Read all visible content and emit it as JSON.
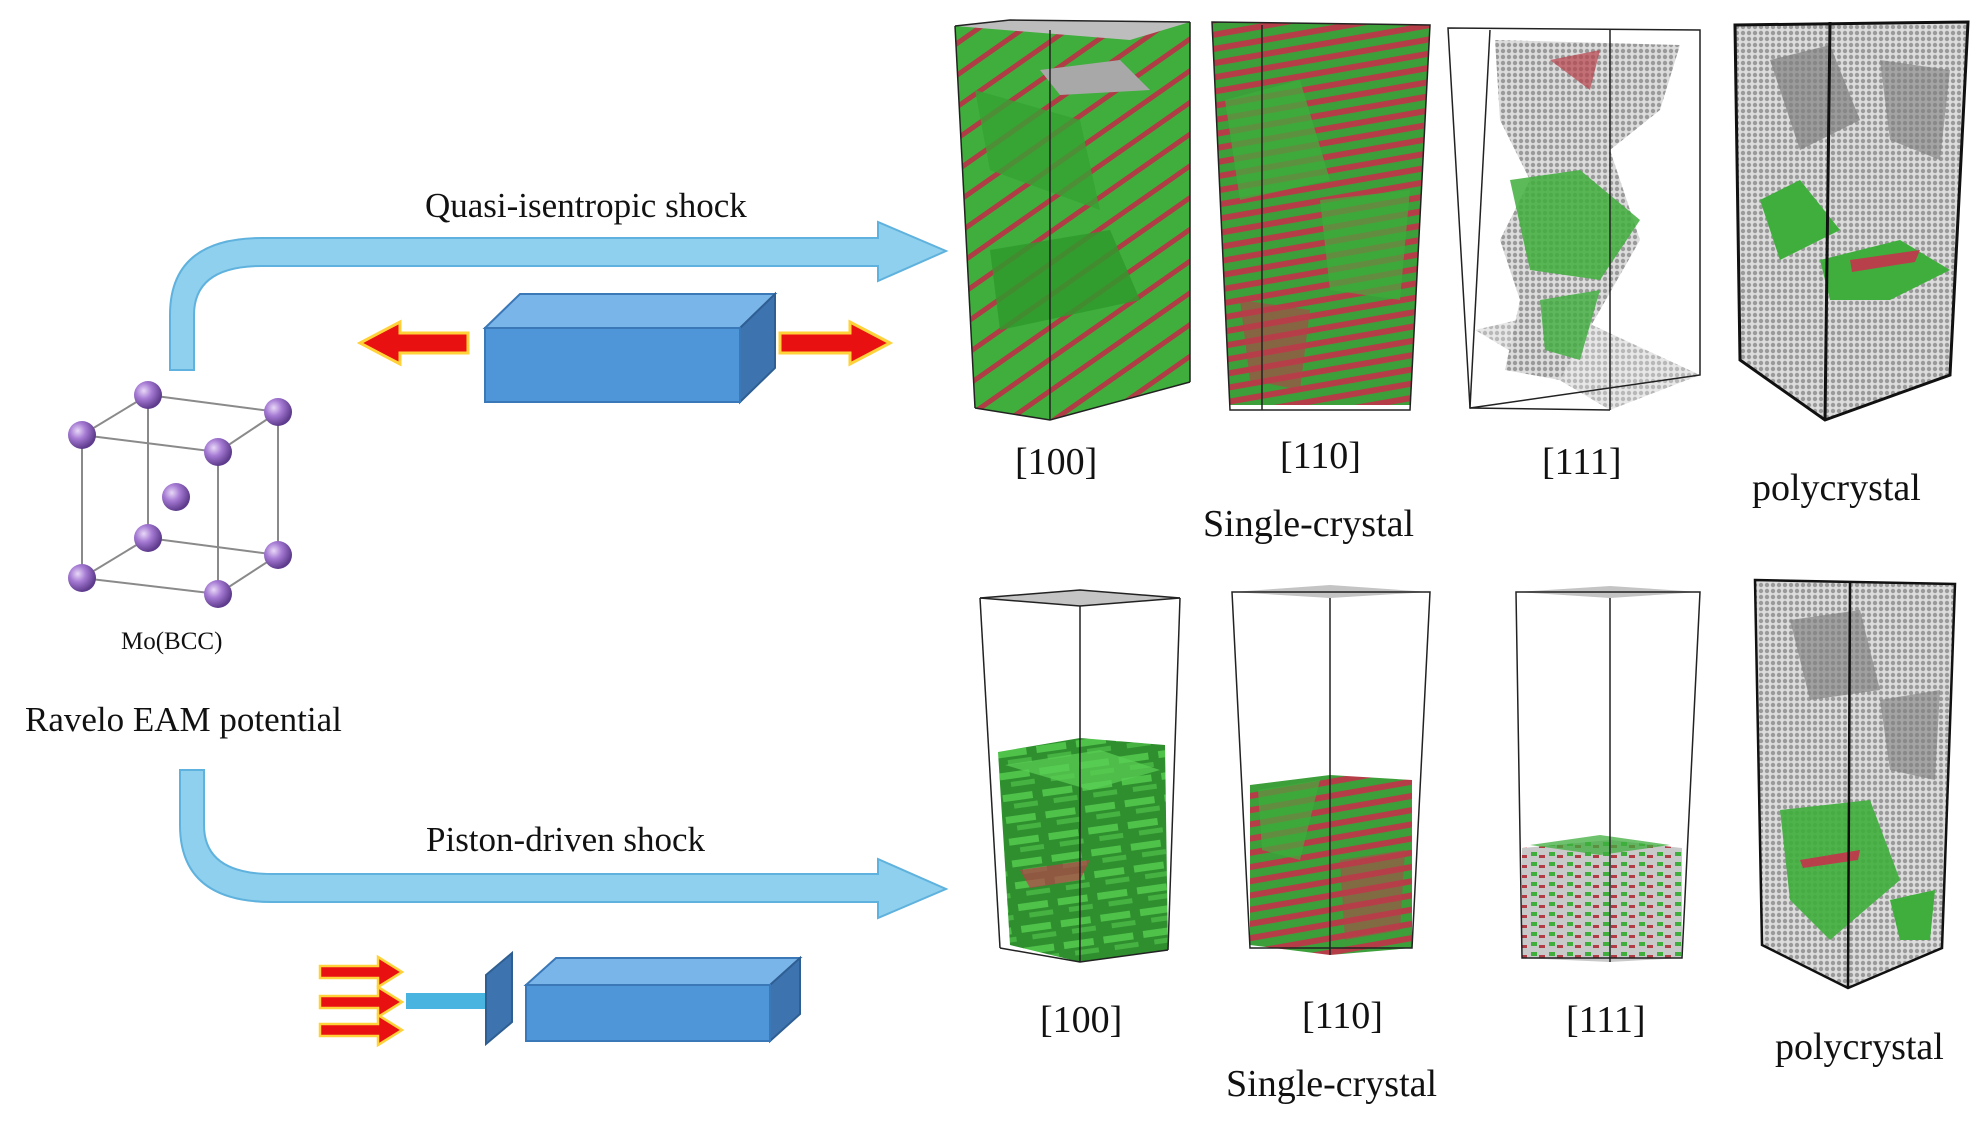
{
  "crystal": {
    "label": "Mo(BCC)",
    "potential": "Ravelo EAM potential"
  },
  "paths": {
    "top": {
      "label": "Quasi-isentropic shock"
    },
    "bottom": {
      "label": "Piston-driven shock"
    }
  },
  "top_row": {
    "samples": [
      {
        "label": "[100]"
      },
      {
        "label": "[110]"
      },
      {
        "label": "[111]"
      },
      {
        "label": "polycrystal"
      }
    ],
    "group_label": "Single-crystal"
  },
  "bottom_row": {
    "samples": [
      {
        "label": "[100]"
      },
      {
        "label": "[110]"
      },
      {
        "label": "[111]"
      },
      {
        "label": "polycrystal"
      }
    ],
    "group_label": "Single-crystal"
  },
  "colors": {
    "arrow_blue": "#8fd0ee",
    "block_blue": "#4f96d9",
    "atom_purple": "#9b6cc9",
    "arrow_red": "#e81010",
    "arrow_yellow": "#ffd23a",
    "phase_green": "#3dab3c",
    "phase_red": "#b8404a",
    "phase_gray": "#b8b8b8"
  }
}
